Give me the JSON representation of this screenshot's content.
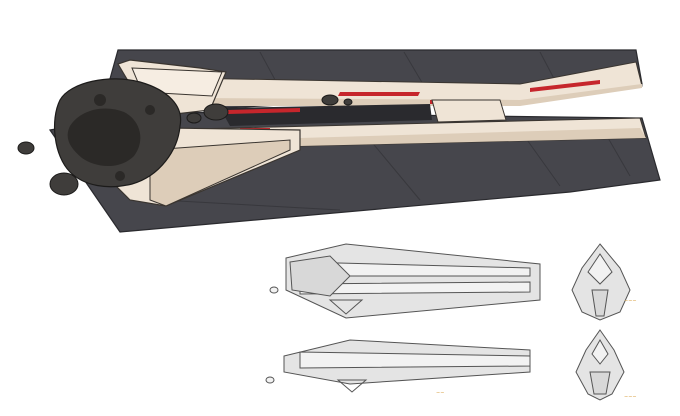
{
  "palette": {
    "background": "#ffffff",
    "hull_dark": "#46464c",
    "hull_dark_edge": "#2a2a2e",
    "hull_light": "#efe4d6",
    "hull_light_shade": "#ddcdb9",
    "accent_red": "#c6262c",
    "asteroid": "#3f3d3b",
    "asteroid_shade": "#2b2927",
    "sketch_fill": "#e4e4e4",
    "sketch_line": "#555555",
    "signature": "#d9a44a"
  },
  "views": {
    "main": "perspective-render",
    "side_top": "orthographic-side",
    "side_bottom": "orthographic-side",
    "front_top": "orthographic-front",
    "front_bottom": "orthographic-front"
  }
}
